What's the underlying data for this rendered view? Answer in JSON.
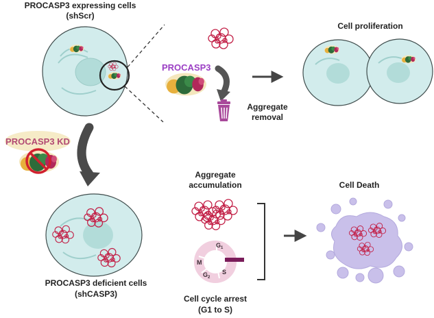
{
  "labels": {
    "shscr_title": "PROCASP3 expressing cells",
    "shscr_sub": "(shScr)",
    "procasp3": "PROCASP3",
    "aggregate_removal_1": "Aggregate",
    "aggregate_removal_2": "removal",
    "cell_proliferation": "Cell proliferation",
    "procasp3_kd": "PROCASP3 KD",
    "aggregate_accum_1": "Aggregate",
    "aggregate_accum_2": "accumulation",
    "cell_death": "Cell Death",
    "deficient_title": "PROCASP3 deficient cells",
    "deficient_sub": "(shCASP3)",
    "cycle_arrest_1": "Cell cycle arrest",
    "cycle_arrest_2": "(G1 to S)"
  },
  "cell_cycle": {
    "g1": "G",
    "g1_sub": "1",
    "s": "S",
    "g2": "G",
    "g2_sub": "2",
    "m": "M"
  },
  "colors": {
    "cell_fill": "#d2ecec",
    "cell_stroke": "#3f4c4c",
    "nucleus": "#b2dcd9",
    "aggregate": "#c21f46",
    "procasp3_text": "#9b3fc4",
    "procasp3_kd_text": "#b24a73",
    "trash": "#a8489a",
    "death_cell": "#c9c0ea",
    "cycle_ring": "#f1cfdf",
    "arrest_bar": "#7a1c5a"
  },
  "icons": [
    "trash-icon",
    "no-symbol-icon",
    "arrow-icon"
  ]
}
